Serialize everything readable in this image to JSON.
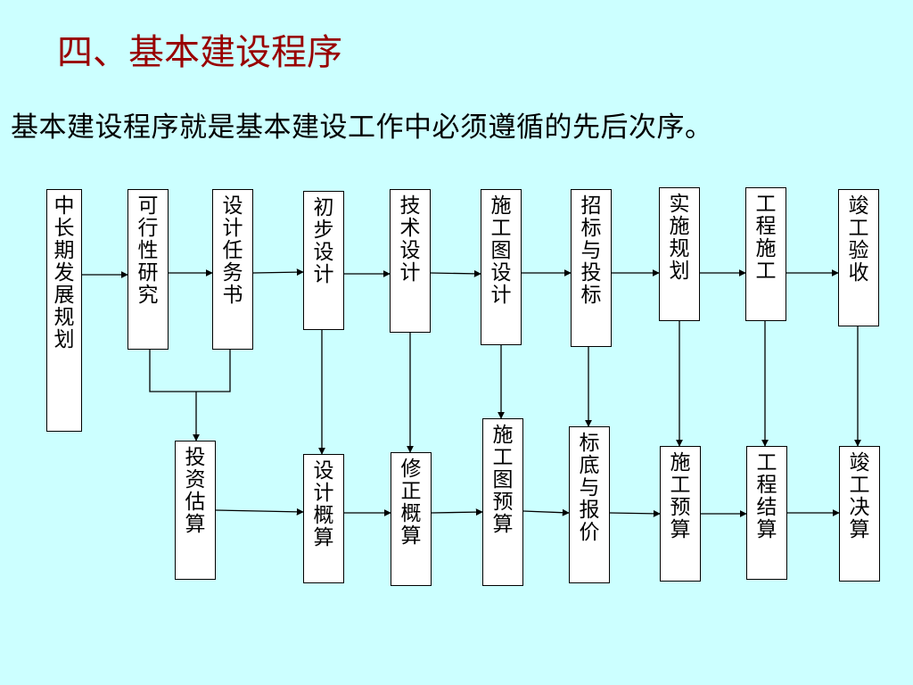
{
  "heading": "四、基本建设程序",
  "subtitle": "基本建设程序就是基本建设工作中必须遵循的先后次序。",
  "nodes": {
    "long_term_plan": "中长期发展规划",
    "feasibility_study": "可行性研究",
    "design_brief": "设计任务书",
    "preliminary_design": "初步设计",
    "technical_design": "技术设计",
    "construction_drawing_design": "施工图设计",
    "bidding": "招标与投标",
    "implementation_plan": "实施规划",
    "construction": "工程施工",
    "completion_acceptance": "竣工验收",
    "investment_estimate": "投资估算",
    "design_estimate": "设计概算",
    "revised_estimate": "修正概算",
    "drawing_budget": "施工图预算",
    "tender_price": "标底与报价",
    "construction_budget": "施工预算",
    "final_settlement": "工程结算",
    "completion_final_account": "竣工决算"
  }
}
